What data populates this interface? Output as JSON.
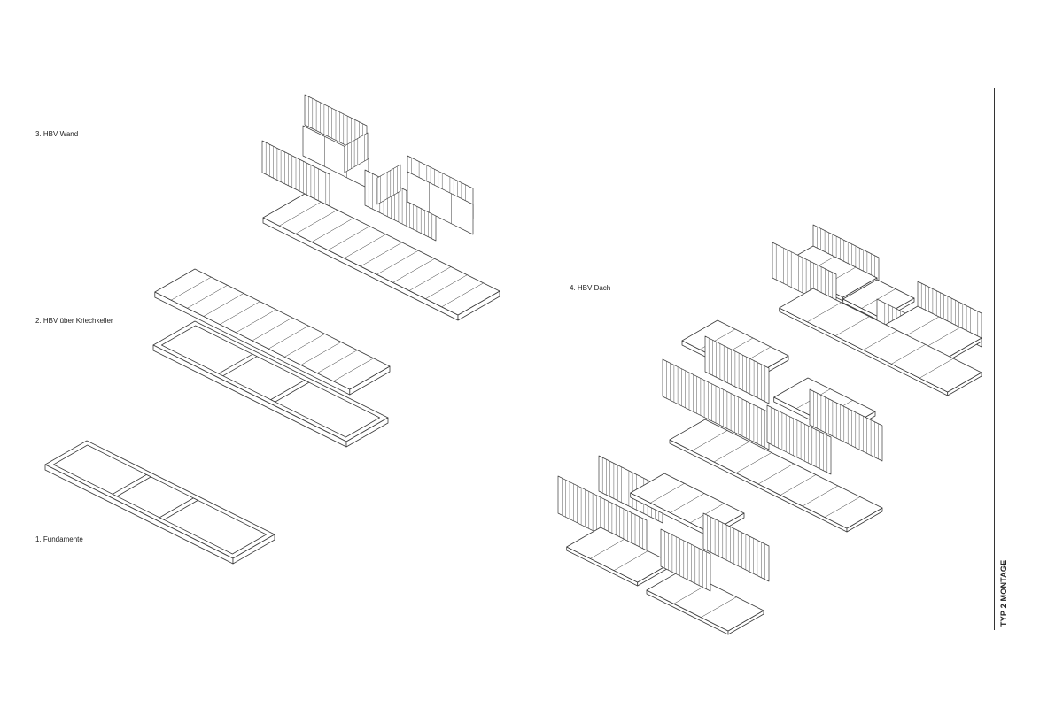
{
  "sheet": {
    "title": "TYP 2 MONTAGE"
  },
  "steps": [
    {
      "label": "1. Fundamente"
    },
    {
      "label": "2. HBV über Kriechkeller"
    },
    {
      "label": "3. HBV Wand"
    },
    {
      "label": "4. HBV Dach"
    }
  ],
  "colors": {
    "line": "#3a3a3a",
    "fill": "#ffffff",
    "slat": "#555555"
  }
}
